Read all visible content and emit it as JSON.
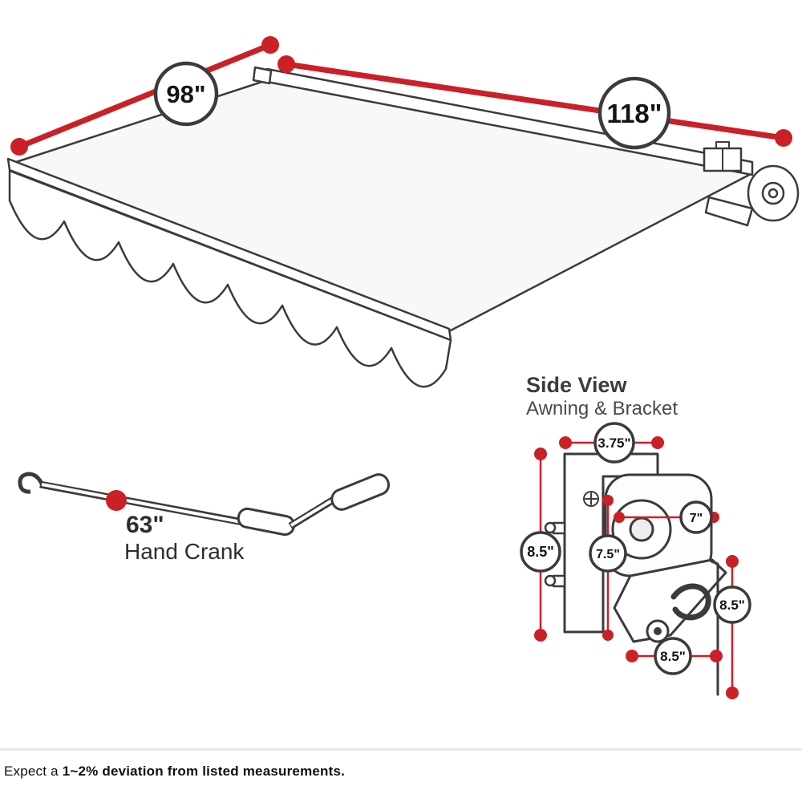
{
  "colors": {
    "dimension_red": "#cb2026",
    "line_color": "#3b3b3b"
  },
  "main_view": {
    "dim_width": "118\"",
    "dim_depth": "98\""
  },
  "crank": {
    "length": "63\"",
    "label": "Hand Crank"
  },
  "side_view": {
    "title": "Side View",
    "subtitle": "Awning & Bracket",
    "dim_top_width": "3.75\"",
    "dim_left_height": "8.5\"",
    "dim_inner_height": "7.5\"",
    "dim_inner_width": "7\"",
    "dim_right_drop": "8.5\"",
    "dim_bottom_width": "8.5\""
  },
  "footer": {
    "normal": "Expect a ",
    "bold": "1~2% deviation from listed measurements."
  }
}
